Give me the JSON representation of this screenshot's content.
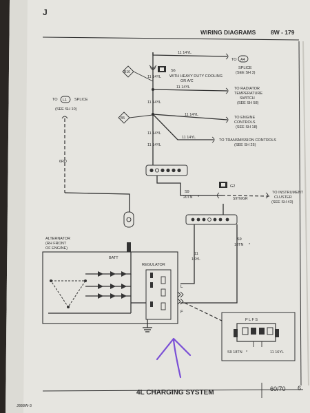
{
  "header": {
    "corner_mark": "J",
    "title": "WIRING DIAGRAMS",
    "page_ref": "8W - 179"
  },
  "footer": {
    "title": "4L CHARGING SYSTEM",
    "code": "60/70",
    "page": "6",
    "print_code": "J888W-3"
  },
  "splices": {
    "s6_label": "S6",
    "s6_note_line1": "WITH HEAVY DUTY COOLING",
    "s6_note_line2": "OR A/C",
    "g2_label": "G2",
    "b16": "B16",
    "b5": "B5"
  },
  "wires": {
    "w_a4": "11 14YL",
    "w_s6_lower": "11 14YL",
    "w_rad": "11 14YL",
    "w_b5_upper": "11 14YL",
    "w_eng": "11 14YL",
    "w_b5_lower": "11 14YL",
    "w_trans": "11 14YL",
    "w_trunk": "11 14YL",
    "w_l1": "6RD",
    "w_s9_a": "S9",
    "w_s9_b": "20TN",
    "w_cluster": "S9TN/GR",
    "w_s9_c": "S9",
    "w_s9_d": "18TN",
    "w_alt_l_1": "11",
    "w_alt_l_2": "16YL",
    "conn_left": "S9 18TN",
    "conn_right": "11 16YL",
    "marker_star_1": "*",
    "marker_star_2": "*",
    "marker_star_3": "*",
    "marker_star_4": "*"
  },
  "destinations": {
    "a4_pill": "A4",
    "a4_to": "TO",
    "a4_desc_1": "SPLICE",
    "a4_desc_2": "(SEE SH 3)",
    "rad_1": "TO RADIATOR",
    "rad_2": "TEMPERATURE",
    "rad_3": "SWITCH",
    "rad_4": "(SEE SH 58)",
    "eng_1": "TO ENGINE",
    "eng_2": "CONTROLS",
    "eng_3": "(SEE SH 18)",
    "trans_1": "TO TRANSMISSION CONTROLS",
    "trans_2": "(SEE SH 25)",
    "cluster_1": "TO INSTRUMENT",
    "cluster_2": "CLUSTER",
    "cluster_3": "(SEE SH 43)",
    "l1_to": "TO",
    "l1_pill": "L1",
    "l1_splice": "SPLICE",
    "l1_see": "(SEE SH 10)"
  },
  "alternator": {
    "title_1": "ALTERNATOR",
    "title_2": "(RH FRONT",
    "title_3": "OF ENGINE)",
    "batt": "BATT",
    "regulator": "REGULATOR",
    "term_l": "L",
    "term_f": "F"
  },
  "connector_view": {
    "pins": "P L F S"
  },
  "colors": {
    "paper": "#e7e6e1",
    "ink": "#2b2b2b",
    "annotation": "#7a4fd6",
    "background": "#2a2623"
  }
}
